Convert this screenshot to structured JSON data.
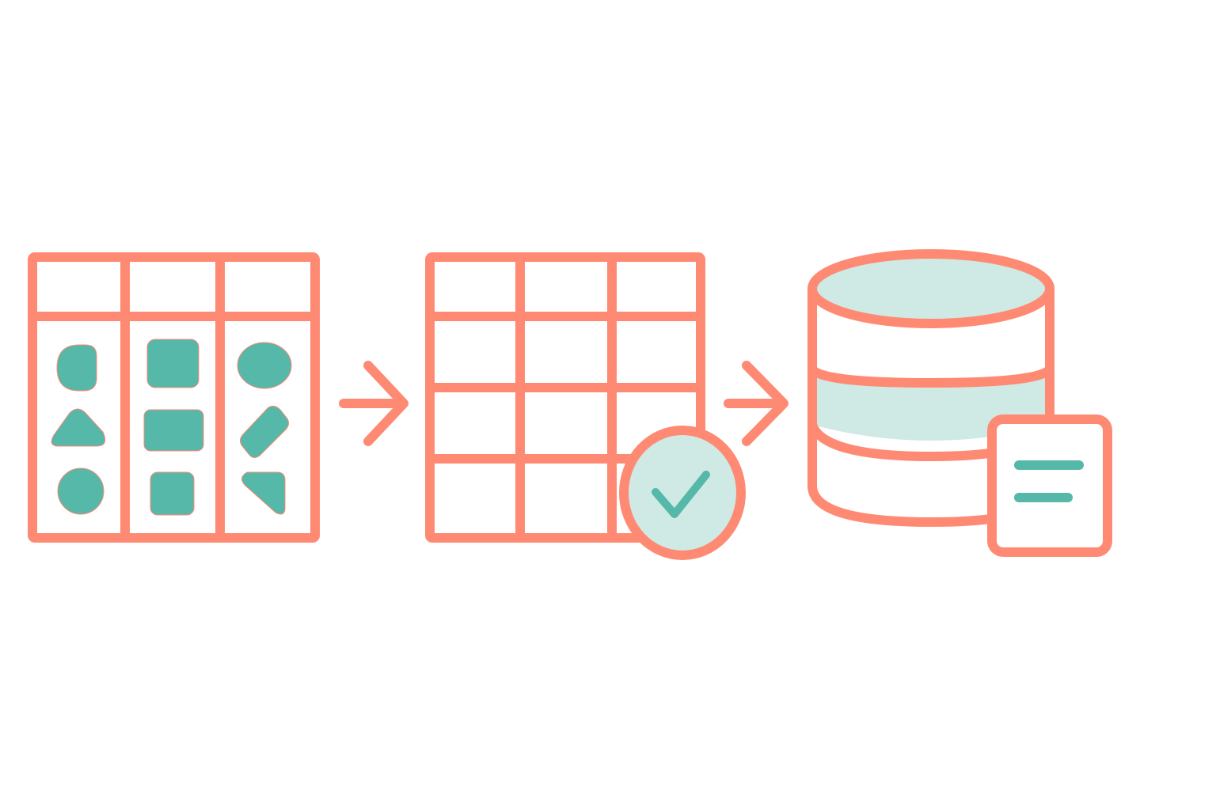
{
  "colors": {
    "outline": "#FF8A73",
    "shape_fill": "#55B8A9",
    "light_fill": "#CFE9E5",
    "background": "#FFFFFF"
  },
  "steps": [
    {
      "name": "raw-data-table",
      "icon": "table-with-mixed-shapes-icon"
    },
    {
      "name": "validated-table",
      "icon": "table-with-check-badge-icon"
    },
    {
      "name": "database",
      "icon": "database-with-document-icon"
    }
  ],
  "connectors": [
    {
      "from": "raw-data-table",
      "to": "validated-table",
      "icon": "arrow-right-icon"
    },
    {
      "from": "validated-table",
      "to": "database",
      "icon": "arrow-right-icon"
    }
  ]
}
